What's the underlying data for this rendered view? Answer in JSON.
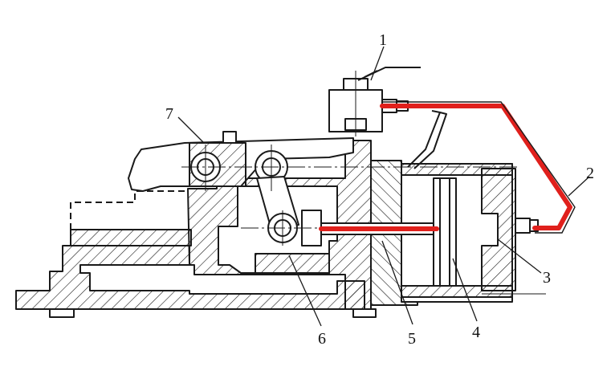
{
  "figure": {
    "labels": [
      "1",
      "2",
      "3",
      "4",
      "5",
      "6",
      "7"
    ]
  },
  "colors": {
    "line": "#1a1a1a",
    "pipe": "#e0201c",
    "background": "#ffffff"
  }
}
